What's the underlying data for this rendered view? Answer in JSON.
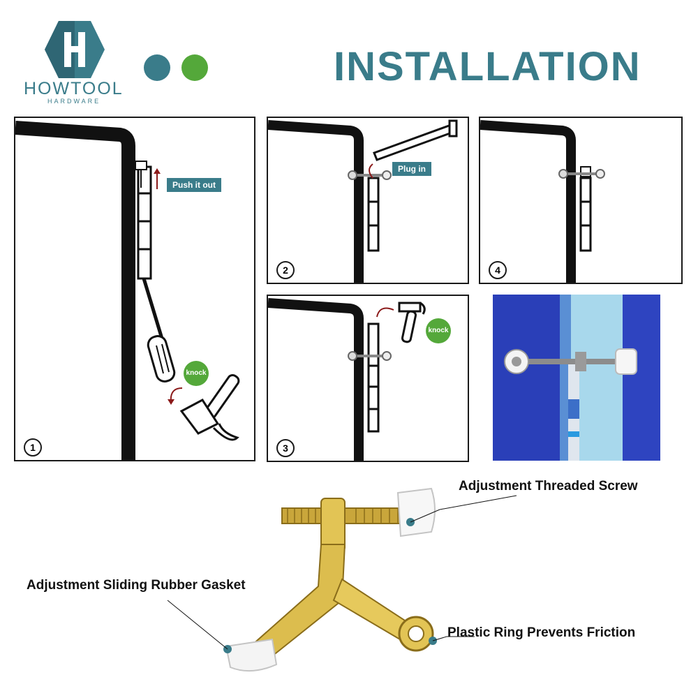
{
  "brand": {
    "name": "HOWTOOL",
    "subtitle": "HARDWARE",
    "logo_letter": "H",
    "primary_color": "#3a7c8a",
    "accent_color": "#54a83a"
  },
  "title": "INSTALLATION",
  "steps": [
    {
      "number": "1",
      "tag": "Push it out",
      "badge": "knock"
    },
    {
      "number": "2",
      "tag": "Plug in"
    },
    {
      "number": "3",
      "badge": "knock"
    },
    {
      "number": "4"
    }
  ],
  "labels": {
    "threaded_screw": "Adjustment Threaded Screw",
    "rubber_gasket": "Adjustment Sliding Rubber Gasket",
    "plastic_ring": "Plastic Ring Prevents Friction"
  },
  "icons": [
    "hexagon-logo-icon",
    "screwdriver-icon",
    "hammer-icon",
    "hinge-pin-icon",
    "curved-arrow-icon",
    "up-arrow-icon"
  ]
}
